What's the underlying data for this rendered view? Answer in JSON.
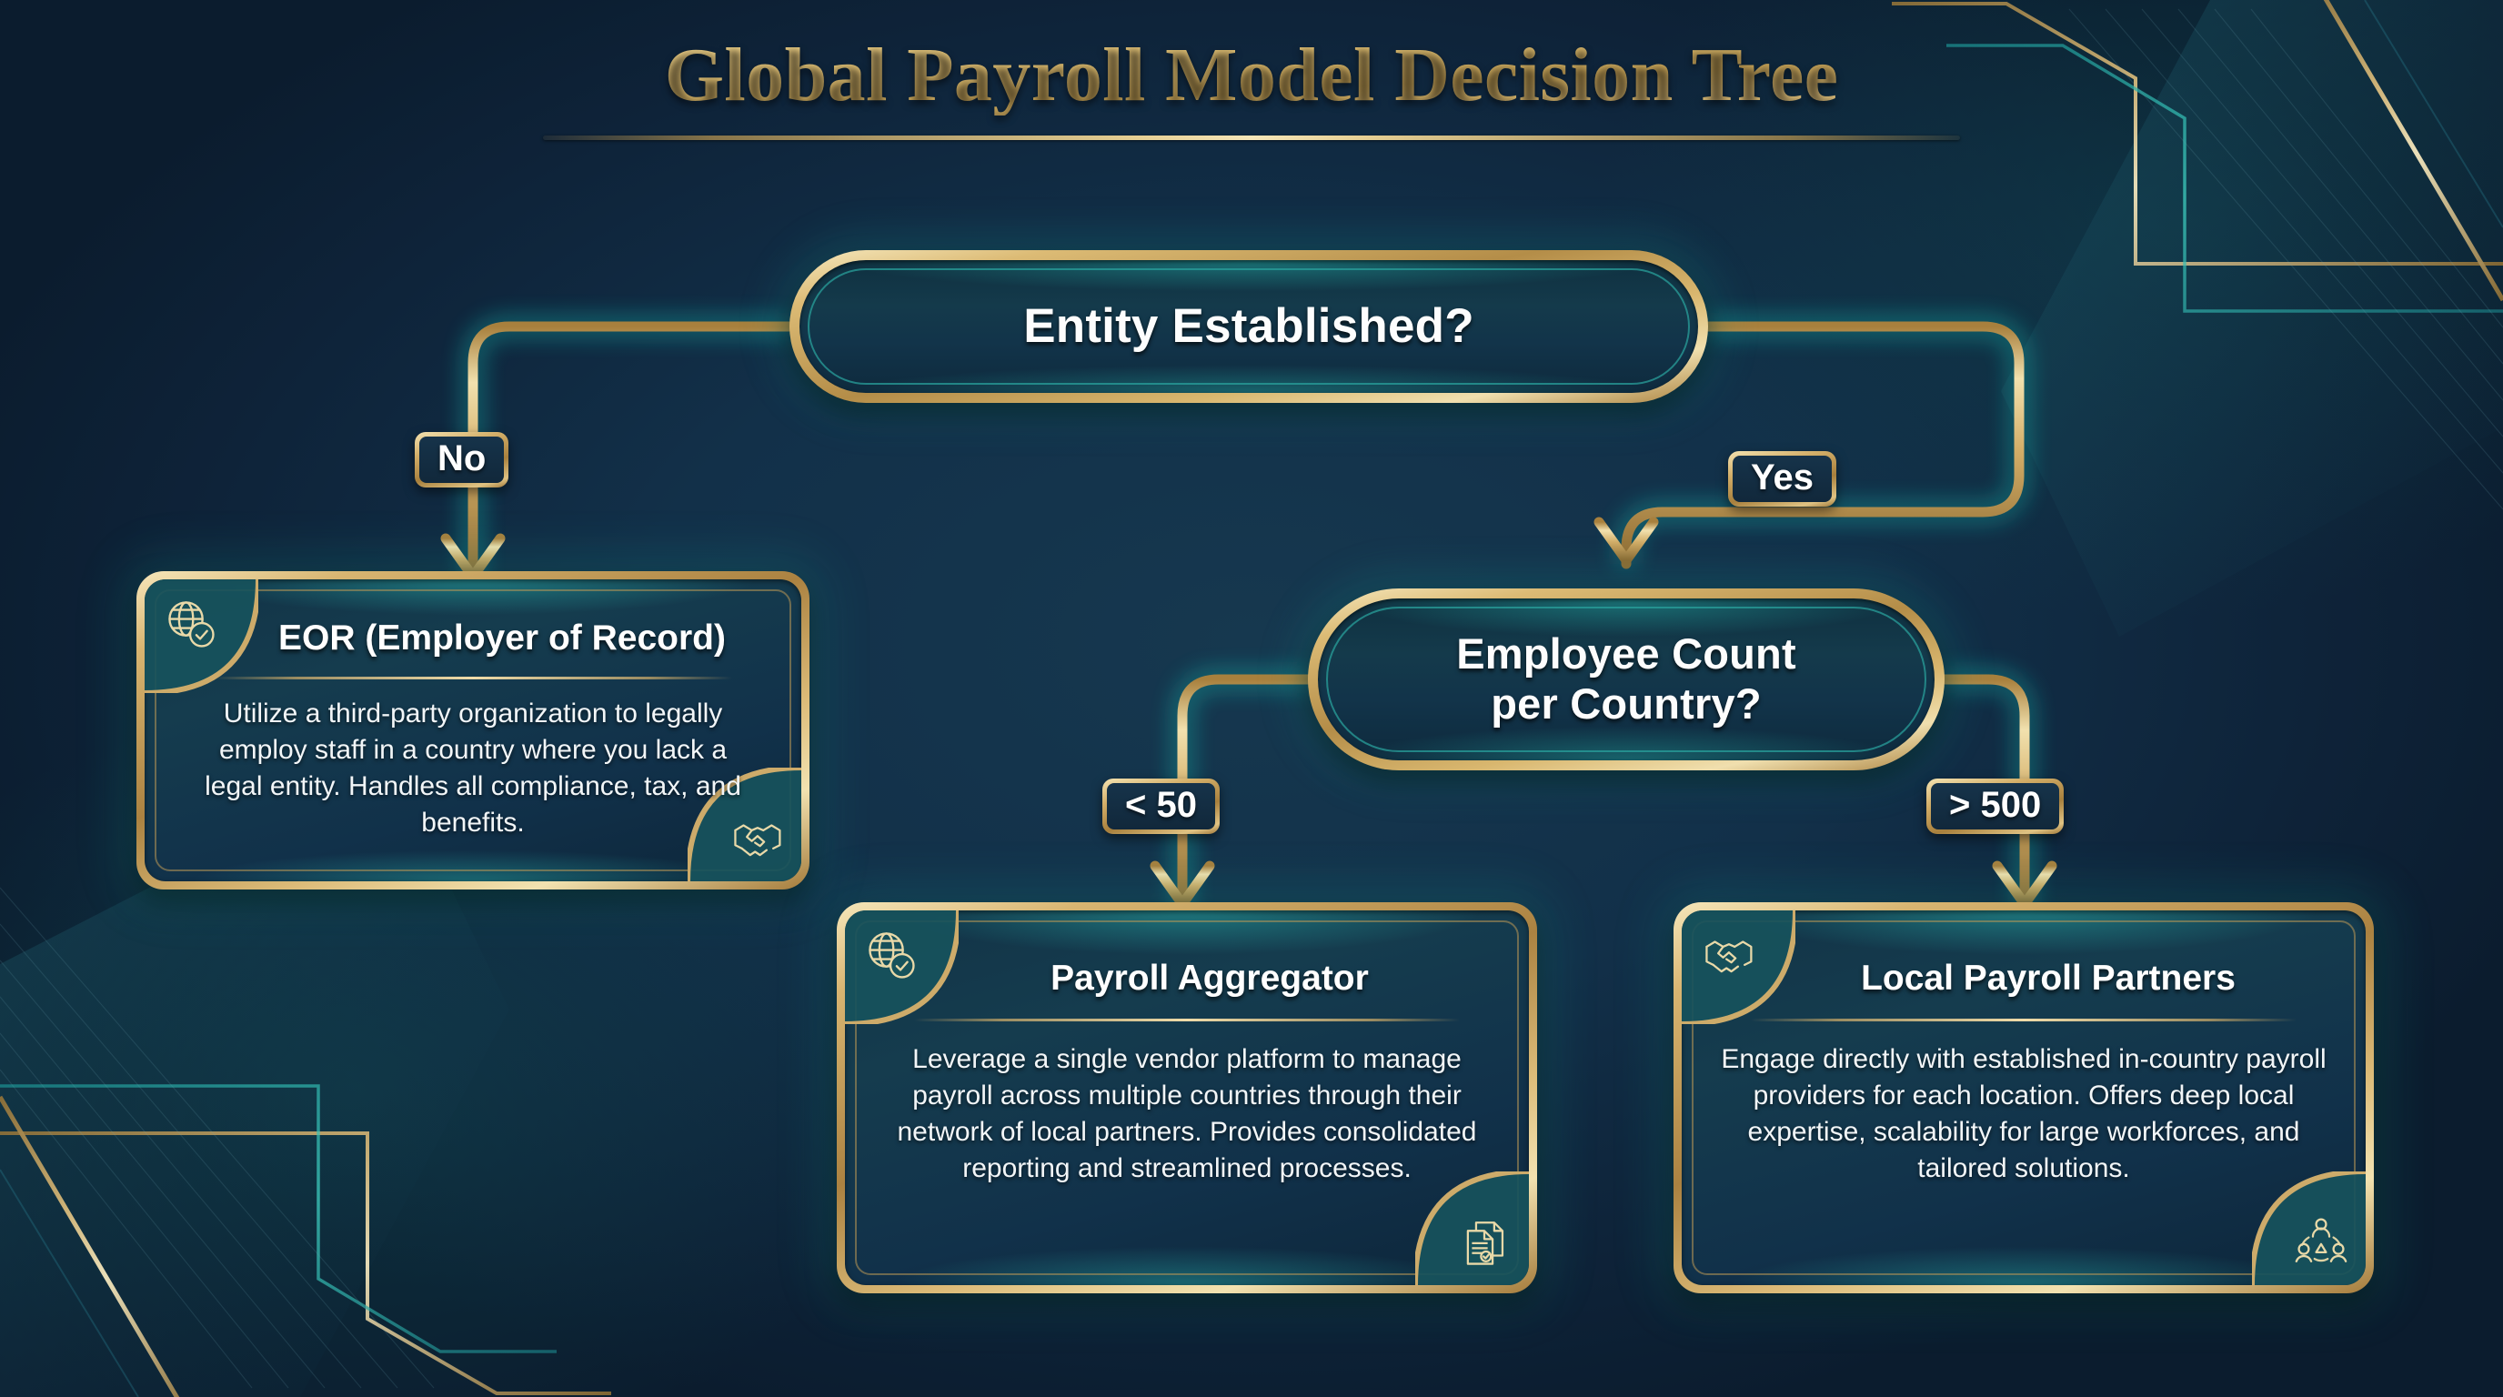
{
  "header": {
    "title": "Global Payroll Model Decision Tree"
  },
  "nodes": {
    "root": {
      "label": "Entity Established?",
      "type": "decision"
    },
    "employee_count": {
      "label_line1": "Employee Count",
      "label_line2": "per Country?",
      "type": "decision"
    }
  },
  "edges": [
    {
      "label": "No",
      "from": "root",
      "to": "eor"
    },
    {
      "label": "Yes",
      "from": "root",
      "to": "employee_count"
    },
    {
      "label": "< 50",
      "from": "employee_count",
      "to": "payroll_aggregator"
    },
    {
      "label": "> 500",
      "from": "employee_count",
      "to": "local_payroll_partners"
    }
  ],
  "leaves": {
    "eor": {
      "title": "EOR (Employer of Record)",
      "body": "Utilize a third-party organization to legally employ staff in a country where you lack a legal entity. Handles all compliance, tax, and benefits.",
      "icon_top_left": "globe-check-icon",
      "icon_bottom_right": "handshake-icon"
    },
    "payroll_aggregator": {
      "title": "Payroll Aggregator",
      "body": "Leverage a single vendor platform to manage payroll across multiple countries through their network of local partners. Provides consolidated reporting and streamlined processes.",
      "icon_top_left": "globe-check-icon",
      "icon_bottom_right": "documents-check-icon"
    },
    "local_payroll_partners": {
      "title": "Local Payroll Partners",
      "body": "Engage directly with established in-country payroll providers for each location. Offers deep local expertise, scalability for large workforces, and tailored solutions.",
      "icon_top_left": "handshake-icon",
      "icon_bottom_right": "team-network-icon"
    }
  },
  "colors": {
    "background_deep": "#0b1c2e",
    "background_mid": "#16384f",
    "gold_light": "#f4e3b2",
    "gold_mid": "#c9a558",
    "gold_dark": "#a5783a",
    "teal_glow": "#2acdc1",
    "teal_accent": "#29a39e",
    "text_primary": "#ffffff"
  }
}
